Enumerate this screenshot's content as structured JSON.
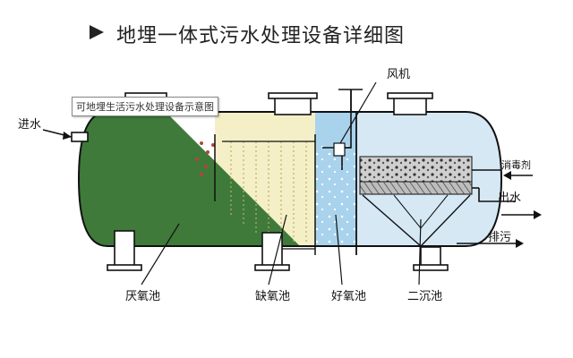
{
  "title": "地埋一体式污水处理设备详细图",
  "tooltip": "可地埋生活污水处理设备示意图",
  "labels": {
    "inlet": "进水",
    "blower": "风机",
    "disinfectant": "消毒剂",
    "outlet": "出水",
    "sludge_discharge": "排污",
    "anaerobic_tank": "厌氧池",
    "anoxic_tank": "缺氧池",
    "aerobic_tank": "好氧池",
    "secondary_clarifier": "二沉池"
  },
  "colors": {
    "anaerobic": "#3f7a3a",
    "anoxic": "#f4efc6",
    "aerobic": "#a9d3ec",
    "clarifier": "#d5e8f4",
    "outline": "#111111"
  }
}
